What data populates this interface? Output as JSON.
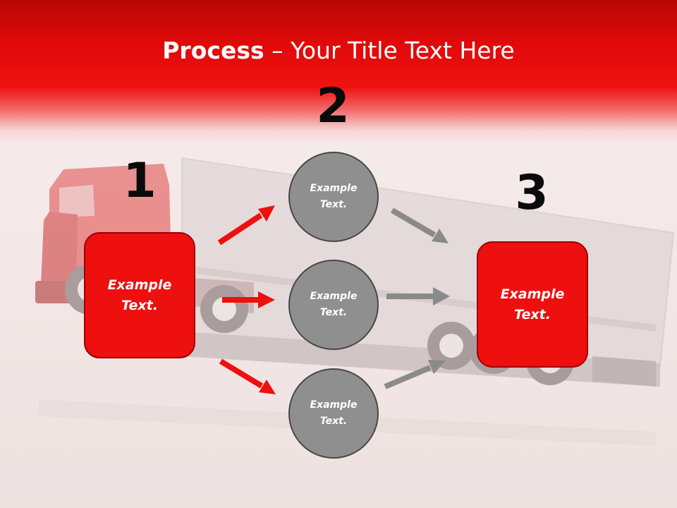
{
  "title": {
    "bold": "Process",
    "rest": " – Your Title Text Here"
  },
  "steps": [
    {
      "number": "1"
    },
    {
      "number": "2"
    },
    {
      "number": "3"
    }
  ],
  "nodes": {
    "start_box": "Example\nText.",
    "circles": [
      "Example\nText.",
      "Example\nText.",
      "Example\nText."
    ],
    "end_box": "Example\nText."
  },
  "colors": {
    "accent_red": "#ee0f0f",
    "dark_red": "#a00000",
    "circle_gray": "#8f8f8f",
    "arrow_gray": "#8a8a8a"
  }
}
